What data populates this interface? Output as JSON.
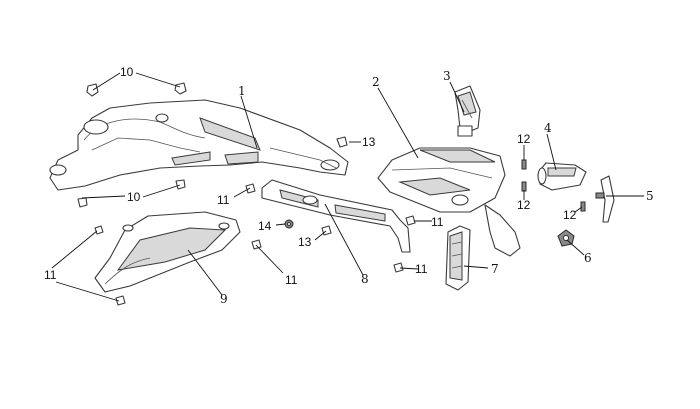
{
  "diagram": {
    "colors": {
      "line": "#3a3a3a",
      "shade": "#d9d9d9",
      "dark": "#8a8a8a",
      "label": "#111111"
    },
    "callouts": {
      "c1": "1",
      "c2": "2",
      "c3": "3",
      "c4": "4",
      "c5": "5",
      "c6": "6",
      "c7": "7",
      "c8": "8",
      "c9": "9",
      "c10a": "10",
      "c10b": "10",
      "c11a": "11",
      "c11b": "11",
      "c11c": "11",
      "c11d": "11",
      "c11e": "11",
      "c12a": "12",
      "c12b": "12",
      "c12c": "12",
      "c13a": "13",
      "c13b": "13",
      "c14": "14"
    }
  }
}
